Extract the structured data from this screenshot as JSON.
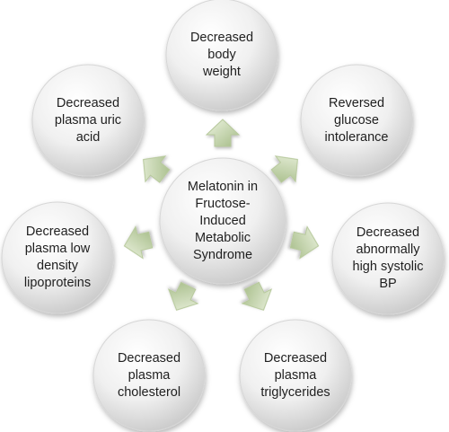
{
  "diagram": {
    "center": {
      "label": "Melatonin in\nFructose-\nInduced\nMetabolic\nSyndrome"
    },
    "outcomes": [
      {
        "id": "body-weight",
        "label": "Decreased\nbody\nweight"
      },
      {
        "id": "glucose-intolerance",
        "label": "Reversed\nglucose\nintolerance"
      },
      {
        "id": "systolic-bp",
        "label": "Decreased\nabnormally\nhigh systolic\nBP"
      },
      {
        "id": "triglycerides",
        "label": "Decreased\nplasma\ntriglycerides"
      },
      {
        "id": "cholesterol",
        "label": "Decreased\nplasma\ncholesterol"
      },
      {
        "id": "ldl",
        "label": "Decreased\nplasma low\ndensity\nlipoproteins"
      },
      {
        "id": "uric-acid",
        "label": "Decreased\nplasma uric\nacid"
      }
    ],
    "colors": {
      "bubble_light": "#ffffff",
      "bubble_dark": "#cfcfcf",
      "bubble_edge": "#d6d6d6",
      "arrow_light": "#eaf1dc",
      "arrow_dark": "#a9c08a",
      "arrow_edge": "#b7c99c",
      "text": "#1f1f1f"
    }
  }
}
